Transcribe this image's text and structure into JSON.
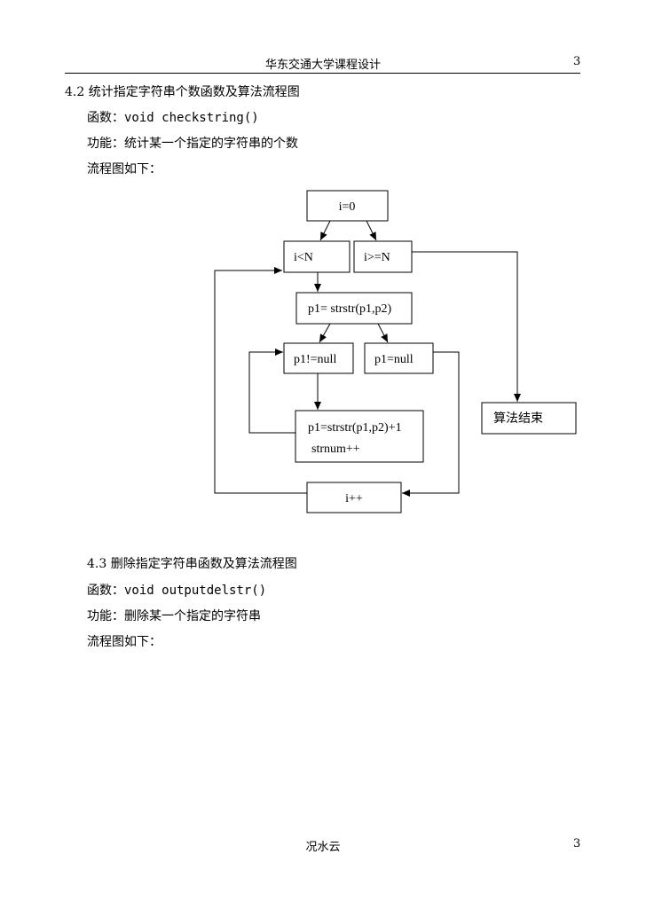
{
  "header": {
    "title": "华东交通大学课程设计",
    "page": "3"
  },
  "section42": {
    "heading": "4.2 统计指定字符串个数函数及算法流程图",
    "func_label": "函数：",
    "func_code": "void checkstring()",
    "purpose": "功能：统计某一个指定的字符串的个数",
    "flow_intro": "流程图如下："
  },
  "flowchart": {
    "init": "i=0",
    "cond_true": "i<N",
    "cond_false": "i>=N",
    "search": "p1= strstr(p1,p2)",
    "found": "p1!=null",
    "not_found": "p1=null",
    "update_line1": "p1=strstr(p1,p2)+1",
    "update_line2": "strnum++",
    "end": "算法结束",
    "increment": "i++"
  },
  "section43": {
    "heading": "4.3 删除指定字符串函数及算法流程图",
    "func_label": "函数：",
    "func_code": "void outputdelstr()",
    "purpose": "功能：删除某一个指定的字符串",
    "flow_intro": "流程图如下："
  },
  "footer": {
    "author": "况水云",
    "page": "3"
  }
}
